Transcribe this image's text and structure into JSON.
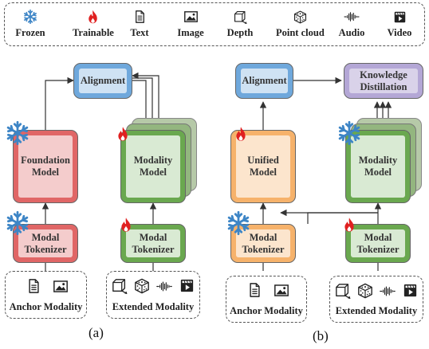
{
  "legend": {
    "items": [
      {
        "label": "Frozen",
        "icon": "snowflake-icon"
      },
      {
        "label": "Trainable",
        "icon": "flame-icon"
      },
      {
        "label": "Text",
        "icon": "document-icon"
      },
      {
        "label": "Image",
        "icon": "image-icon"
      },
      {
        "label": "Depth",
        "icon": "depth-cube-icon"
      },
      {
        "label": "Point cloud",
        "icon": "point-cloud-icon"
      },
      {
        "label": "Audio",
        "icon": "audio-waveform-icon"
      },
      {
        "label": "Video",
        "icon": "video-icon"
      }
    ]
  },
  "panel_a": {
    "alignment": "Alignment",
    "foundation_model": [
      "Foundation",
      "Model"
    ],
    "modality_model": [
      "Modality",
      "Model"
    ],
    "tokenizer_left": [
      "Modal",
      "Tokenizer"
    ],
    "tokenizer_right": [
      "Modal",
      "Tokenizer"
    ],
    "anchor_modality": "Anchor Modality",
    "extended_modality": "Extended Modality",
    "caption": "(a)"
  },
  "panel_b": {
    "alignment": "Alignment",
    "knowledge_distillation": [
      "Knowledge",
      "Distillation"
    ],
    "unified_model": [
      "Unified",
      "Model"
    ],
    "modality_model": [
      "Modality",
      "Model"
    ],
    "tokenizer_left": [
      "Modal",
      "Tokenizer"
    ],
    "tokenizer_right": [
      "Modal",
      "Tokenizer"
    ],
    "anchor_modality": "Anchor Modality",
    "extended_modality": "Extended Modality",
    "caption": "(b)"
  },
  "colors": {
    "blue_outer": "#6fa8dc",
    "blue_inner": "#cfe2f3",
    "pink_outer": "#e06666",
    "pink_inner": "#f4cccc",
    "green_outer": "#6aa84f",
    "green_inner": "#d9ead3",
    "orange_outer": "#f6b26b",
    "orange_inner": "#fce5cd",
    "purple_outer": "#b4a7d6",
    "purple_inner": "#d9d2e9",
    "frozen": "#3d85c6",
    "trainable": "#e02020"
  }
}
